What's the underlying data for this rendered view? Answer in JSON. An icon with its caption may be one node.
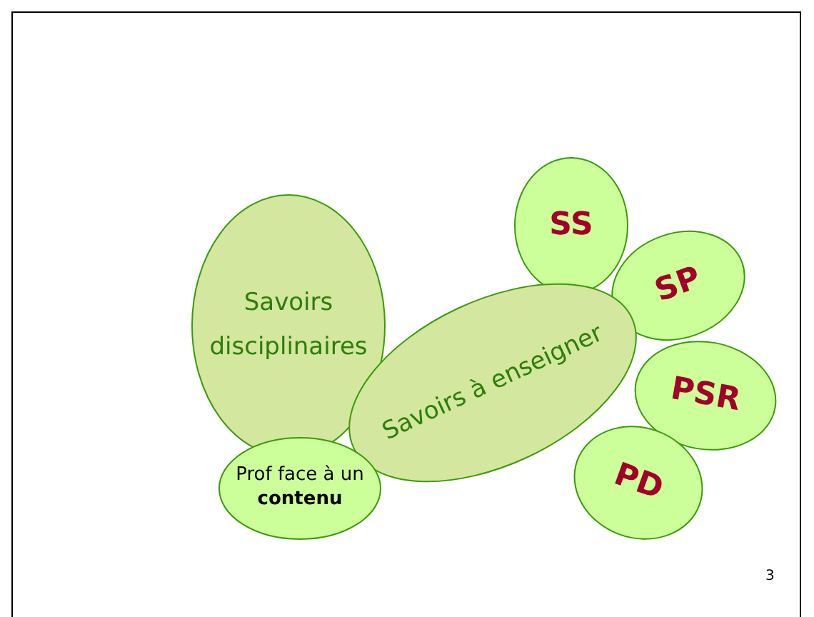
{
  "diagram": {
    "nodes": [
      {
        "text": [
          "Savoirs disciplinaires"
        ]
      },
      {
        "text": [
          "SS"
        ]
      },
      {
        "text": [
          "SP"
        ]
      },
      {
        "text": [
          "Savoirs à enseigner"
        ]
      },
      {
        "text": [
          "PSR"
        ]
      },
      {
        "text": [
          "Prof face à un **contenu**"
        ]
      },
      {
        "text": [
          "PD"
        ]
      }
    ],
    "labels": [
      "3"
    ]
  }
}
